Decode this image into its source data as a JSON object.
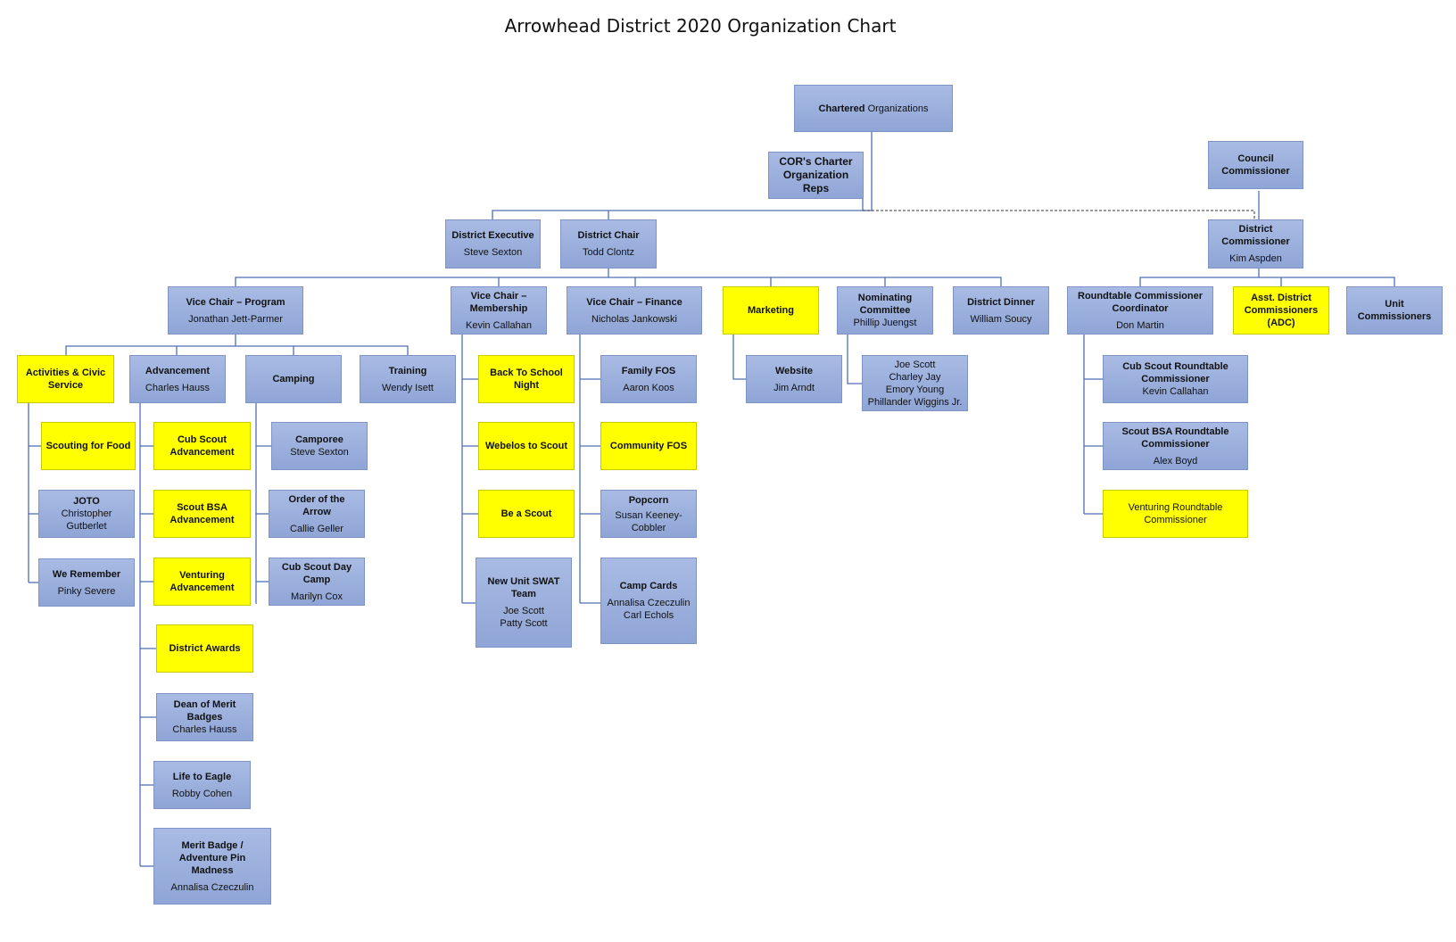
{
  "title": "Arrowhead District 2020 Organization Chart",
  "colors": {
    "box_fill": "#9fb2df",
    "box_border": "#7e94c4",
    "highlight": "#ffff00",
    "line": "#4f6fb5"
  },
  "nodes": {
    "chartered": {
      "title_bold": "Chartered",
      "title_rest": " Organizations",
      "person": ""
    },
    "cor": {
      "title": "COR's Charter\nOrganization\nReps",
      "person": ""
    },
    "council_commissioner": {
      "title": "Council\nCommissioner",
      "person": ""
    },
    "district_executive": {
      "title": "District Executive",
      "person": "Steve Sexton"
    },
    "district_chair": {
      "title": "District Chair",
      "person": "Todd Clontz"
    },
    "district_commissioner": {
      "title": "District\nCommissioner",
      "person": "Kim Aspden"
    },
    "vc_program": {
      "title": "Vice Chair – Program",
      "person": "Jonathan Jett-Parmer"
    },
    "vc_membership": {
      "title": "Vice Chair –\nMembership",
      "person": "Kevin Callahan"
    },
    "vc_finance": {
      "title": "Vice Chair – Finance",
      "person": "Nicholas Jankowski"
    },
    "marketing": {
      "title": "Marketing",
      "person": ""
    },
    "nominating": {
      "title": "Nominating\nCommittee",
      "person": "Phillip Juengst"
    },
    "district_dinner": {
      "title": "District Dinner",
      "person": "William Soucy"
    },
    "rt_coordinator": {
      "title": "Roundtable Commissioner\nCoordinator",
      "person": "Don Martin"
    },
    "adc": {
      "title": "Asst. District\nCommissioners\n(ADC)",
      "person": ""
    },
    "unit_commissioners": {
      "title": "Unit\nCommissioners",
      "person": ""
    },
    "activities": {
      "title": "Activities & Civic\nService",
      "person": ""
    },
    "advancement": {
      "title": "Advancement",
      "person": "Charles Hauss"
    },
    "camping": {
      "title": "Camping",
      "person": ""
    },
    "training": {
      "title": "Training",
      "person": "Wendy Isett"
    },
    "scouting_food": {
      "title": "Scouting for Food",
      "person": ""
    },
    "joto": {
      "title": "JOTO",
      "person": "Christopher\nGutberlet"
    },
    "we_remember": {
      "title": "We Remember",
      "person": "Pinky Severe"
    },
    "cub_adv": {
      "title": "Cub Scout\nAdvancement",
      "person": ""
    },
    "bsa_adv": {
      "title": "Scout BSA\nAdvancement",
      "person": ""
    },
    "venturing_adv": {
      "title": "Venturing\nAdvancement",
      "person": ""
    },
    "district_awards": {
      "title": "District Awards",
      "person": ""
    },
    "dean_mb": {
      "title": "Dean of Merit\nBadges",
      "person": "Charles Hauss"
    },
    "life_eagle": {
      "title": "Life to Eagle",
      "person": "Robby Cohen"
    },
    "mb_madness": {
      "title": "Merit Badge /\nAdventure Pin\nMadness",
      "person": "Annalisa Czeczulin"
    },
    "camporee": {
      "title": "Camporee",
      "person": "Steve Sexton"
    },
    "oa": {
      "title": "Order of the\nArrow",
      "person": "Callie Geller"
    },
    "day_camp": {
      "title": "Cub Scout Day\nCamp",
      "person": "Marilyn Cox"
    },
    "back_school": {
      "title": "Back To School\nNight",
      "person": ""
    },
    "webelos": {
      "title": "Webelos to Scout",
      "person": ""
    },
    "be_scout": {
      "title": "Be a Scout",
      "person": ""
    },
    "swat": {
      "title": "New Unit SWAT\nTeam",
      "person": "Joe Scott\nPatty Scott"
    },
    "family_fos": {
      "title": "Family FOS",
      "person": "Aaron Koos"
    },
    "community_fos": {
      "title": "Community FOS",
      "person": ""
    },
    "popcorn": {
      "title": "Popcorn",
      "person": "Susan Keeney-\nCobbler"
    },
    "camp_cards": {
      "title": "Camp Cards",
      "person": "Annalisa Czeczulin\nCarl Echols"
    },
    "website": {
      "title": "Website",
      "person": "Jim Arndt"
    },
    "nominating_members": {
      "title": "",
      "person": "Joe Scott\nCharley Jay\nEmory Young\nPhillander Wiggins Jr."
    },
    "cub_rt": {
      "title": "Cub Scout Roundtable\nCommissioner",
      "person": "Kevin Callahan"
    },
    "bsa_rt": {
      "title": "Scout BSA Roundtable\nCommissioner",
      "person": "Alex Boyd"
    },
    "venturing_rt": {
      "title": "",
      "person": "Venturing Roundtable\nCommissioner"
    }
  }
}
